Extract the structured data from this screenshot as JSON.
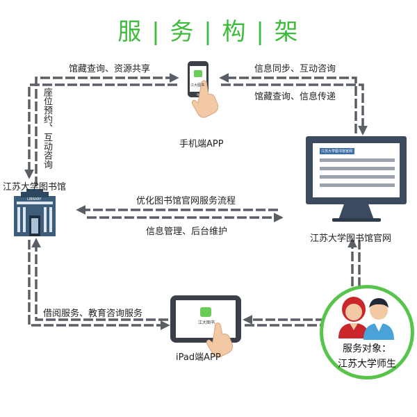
{
  "title": "服 | 务 | 构 | 架",
  "nodes": {
    "phone": {
      "label": "手机端APP",
      "screen_text": "江大图书"
    },
    "library": {
      "label": "江苏大学图书馆",
      "building_text": "LIBRARY"
    },
    "website": {
      "label": "江苏大学图书馆官网",
      "screen_text": "江苏大学图书馆官网"
    },
    "ipad": {
      "label": "iPad端APP",
      "screen_text": "江大图书"
    },
    "service": {
      "line1": "服务对象：",
      "line2": "江苏大学师生"
    }
  },
  "edges": {
    "library_phone": "馆藏查询、资源共享",
    "phone_library": "座位预约、互动咨询",
    "website_phone_1": "信息同步、互动咨询",
    "website_phone_2": "馆藏查询、信息传递",
    "website_library_1": "优化图书馆官网服务流程",
    "website_library_2": "信息管理、后台维护",
    "library_ipad": "借阅服务、教育咨询服务"
  },
  "colors": {
    "accent": "#3dbb3a",
    "circle": "#57c44c",
    "arrow": "#5a5f66",
    "monitor": "#3b4a5e",
    "building": "#3d5d7a"
  }
}
